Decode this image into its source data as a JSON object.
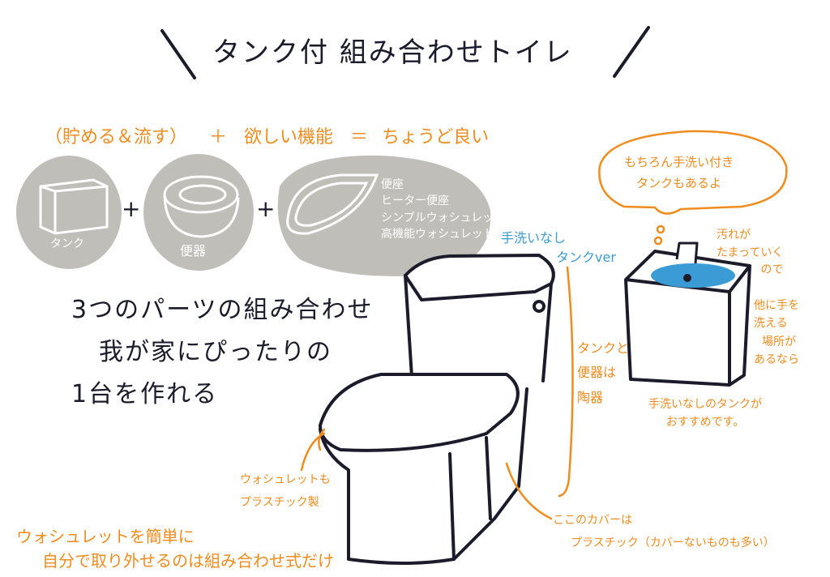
{
  "title": "タンク付 組み合わせトイレ",
  "formula": {
    "part1": "（貯める＆流す）",
    "plus": "＋",
    "part2": "欲しい機能",
    "equals": "＝",
    "result": "ちょうど良い"
  },
  "parts": {
    "tank": "タンク",
    "bowl": "便器",
    "seat_options": [
      "便座",
      "ヒーター便座",
      "シンプルウォシュレット",
      "高機能ウォシュレット"
    ],
    "plus": "+"
  },
  "main_text": [
    "3つのパーツの組み合わせ",
    "我が家にぴったりの",
    "1台を作れる"
  ],
  "labels": {
    "no_sink_tank": [
      "手洗いなし",
      "タンクver"
    ],
    "ceramic": [
      "タンクと",
      "便器は",
      "陶器"
    ],
    "washlet_plastic": [
      "ウォシュレットも",
      "プラスチック製"
    ],
    "cover_plastic": [
      "ここのカバーは",
      "プラスチック（カバーないものも多い）"
    ]
  },
  "bubble": [
    "もちろん手洗い付き",
    "タンクもあるよ"
  ],
  "sink_notes": {
    "dirt": [
      "汚れが",
      "たまっていく",
      "ので"
    ],
    "other_place": [
      "他に手を",
      "洗える",
      "場所が",
      "あるなら"
    ],
    "recommend": [
      "手洗いなしのタンクが",
      "おすすめです。"
    ]
  },
  "bottom_note": [
    "ウォシュレットを簡単に",
    "自分で取り外せるのは組み合わせ式だけ"
  ],
  "colors": {
    "ink": "#1c1b2b",
    "accent": "#f08c1e",
    "blue": "#3a9bd5",
    "blob": "#bfbeb9"
  }
}
